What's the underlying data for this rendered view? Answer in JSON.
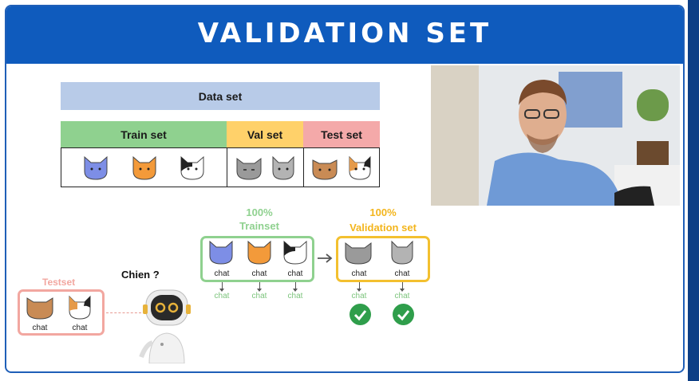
{
  "header": {
    "title": "VALIDATION SET"
  },
  "table": {
    "dataset_label": "Data set",
    "train_label": "Train set",
    "val_label": "Val set",
    "test_label": "Test set"
  },
  "flow": {
    "trainset_pct": "100%",
    "trainset_label": "Trainset",
    "validation_pct": "100%",
    "validation_label": "Validation set",
    "testset_label": "Testset",
    "question": "Chien ?",
    "cat_label": "chat",
    "pred_label": "chat"
  },
  "colors": {
    "header_blue": "#0f5bbd",
    "train_green": "#8fd18f",
    "val_yellow": "#ffd16a",
    "test_red": "#f4a9a9",
    "check_green": "#2f9e4b"
  }
}
